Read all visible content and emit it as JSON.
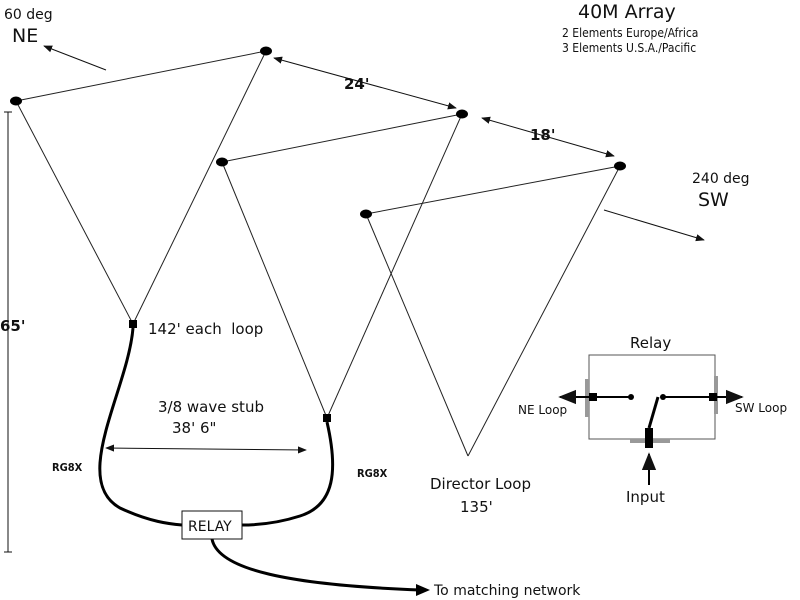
{
  "title": "40M Array",
  "subtitle_line1": "2 Elements Europe/Africa",
  "subtitle_line2": "3 Elements U.S.A./Pacific",
  "ne": {
    "deg": "60 deg",
    "dir": "NE"
  },
  "sw": {
    "deg": "240 deg",
    "dir": "SW"
  },
  "spacing_1": "24'",
  "spacing_2": "18'",
  "height": "65'",
  "loop_length": "142' each  loop",
  "stub_label": "3/8 wave stub",
  "stub_length": "38' 6\"",
  "coax_left": "RG8X",
  "coax_right": "RG8X",
  "relay_box": "RELAY",
  "to_matching": "To matching network",
  "director_label": "Director Loop",
  "director_length": "135'",
  "relay_inset": {
    "title": "Relay",
    "ne_loop": "NE Loop",
    "sw_loop": "SW Loop",
    "input": "Input"
  }
}
